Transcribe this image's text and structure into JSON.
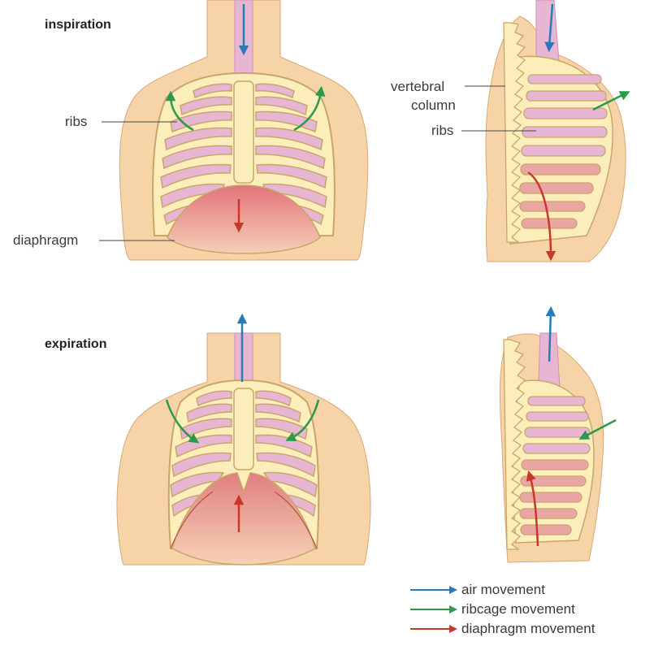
{
  "headings": {
    "inspiration": "inspiration",
    "expiration": "expiration"
  },
  "labels": {
    "ribs_front": "ribs",
    "diaphragm": "diaphragm",
    "vertebral_line1": "vertebral",
    "vertebral_line2": "column",
    "ribs_side": "ribs"
  },
  "legend": [
    {
      "label": "air movement",
      "color": "#2a7ab8"
    },
    {
      "label": "ribcage movement",
      "color": "#2b9a4a"
    },
    {
      "label": "diaphragm movement",
      "color": "#c8382a"
    }
  ],
  "colors": {
    "skin": "#f7d3a8",
    "bone": "#fbeebb",
    "lung": "#e6b6d2",
    "air": "#2a7ab8",
    "ribcage": "#2b9a4a",
    "diaphragm": "#c8382a"
  }
}
